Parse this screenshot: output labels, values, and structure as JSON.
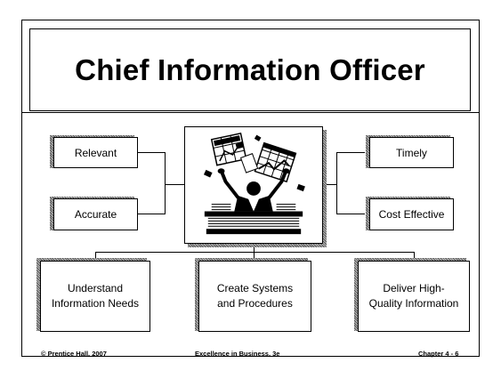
{
  "title": "Chief Information Officer",
  "left_boxes": [
    "Relevant",
    "Accurate"
  ],
  "right_boxes": [
    "Timely",
    "Cost Effective"
  ],
  "bottom_boxes": [
    {
      "line1": "Understand",
      "line2": "Information Needs"
    },
    {
      "line1": "Create Systems",
      "line2": "and Procedures"
    },
    {
      "line1": "Deliver High-",
      "line2": "Quality Information"
    }
  ],
  "center_image": {
    "icon": "executive-juggling-charts-icon"
  },
  "footer": {
    "left": "© Prentice Hall, 2007",
    "center": "Excellence in Business, 3e",
    "right": "Chapter 4 - 6"
  },
  "colors": {
    "line": "#000000",
    "shadow": "#888888",
    "background": "#ffffff"
  }
}
